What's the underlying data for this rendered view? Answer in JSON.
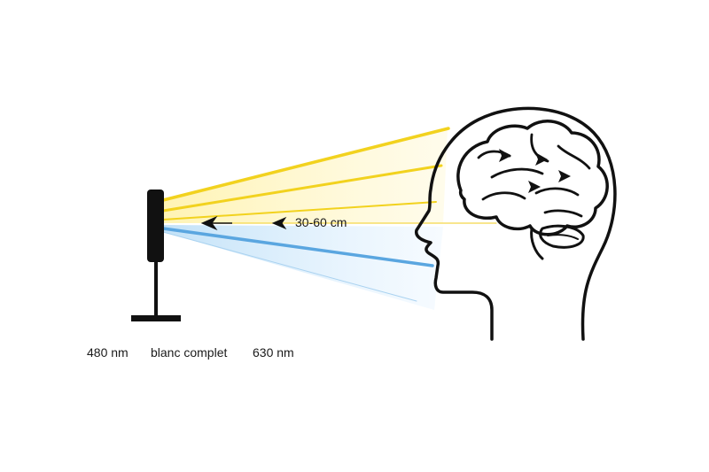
{
  "labels": {
    "distance": "30-60 cm",
    "wavelength_short": "480 nm",
    "full_white": "blanc complet",
    "wavelength_long": "630 nm"
  },
  "colors": {
    "yellow_beam": "#f2d21e",
    "blue_beam": "#5aa6e0",
    "outline": "#111111"
  },
  "icons": {
    "lamp": "light-panel-icon",
    "head": "head-brain-icon"
  }
}
